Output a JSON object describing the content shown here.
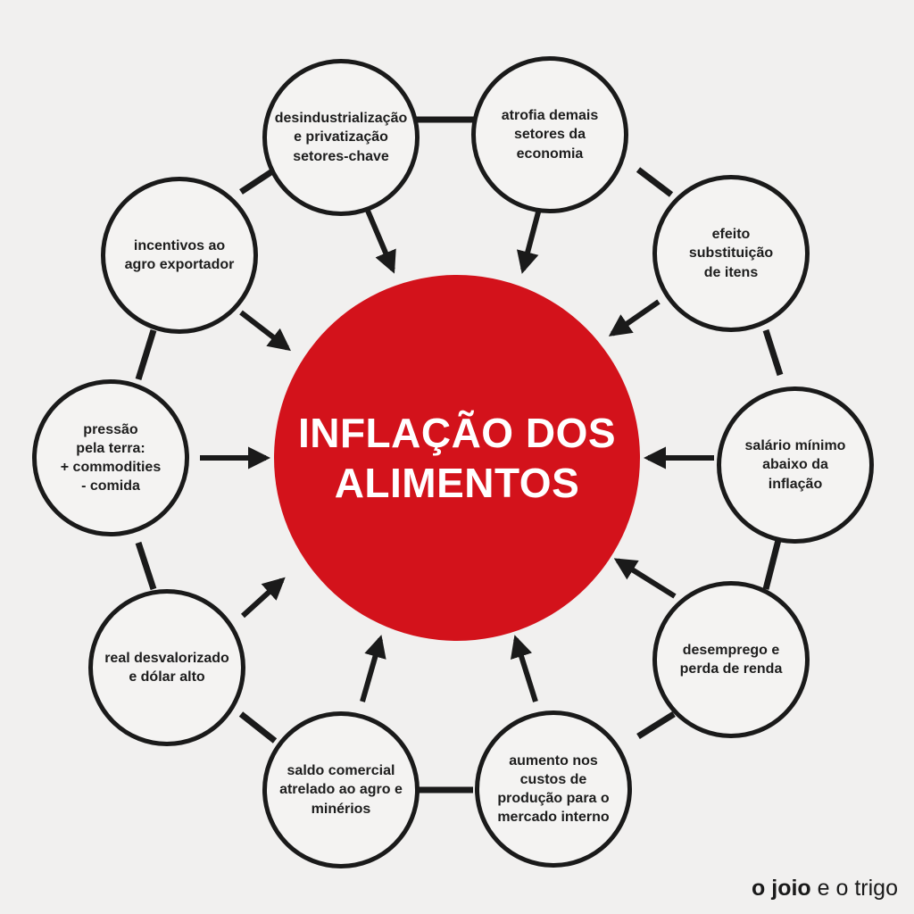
{
  "center": {
    "title": "INFLAÇÃO DOS\nALIMENTOS"
  },
  "nodes": [
    {
      "label": "desindustrialização\ne privatização\nsetores-chave"
    },
    {
      "label": "atrofia demais\nsetores da\neconomia"
    },
    {
      "label": "efeito\nsubstituição\nde itens"
    },
    {
      "label": "salário mínimo\nabaixo da\ninflação"
    },
    {
      "label": "desemprego e\nperda de renda"
    },
    {
      "label": "aumento nos\ncustos de\nprodução para o\nmercado interno"
    },
    {
      "label": "saldo comercial\natrelado ao agro e\nminérios"
    },
    {
      "label": "real desvalorizado\ne dólar alto"
    },
    {
      "label": "pressão\npela terra:\n+ commodities\n- comida"
    },
    {
      "label": "incentivos ao\nagro exportador"
    }
  ],
  "brand": {
    "strong": "o joio",
    "light": "e o trigo"
  },
  "colors": {
    "center": "#d3121b",
    "line": "#1a1a1a",
    "background": "#f1f0ef"
  }
}
